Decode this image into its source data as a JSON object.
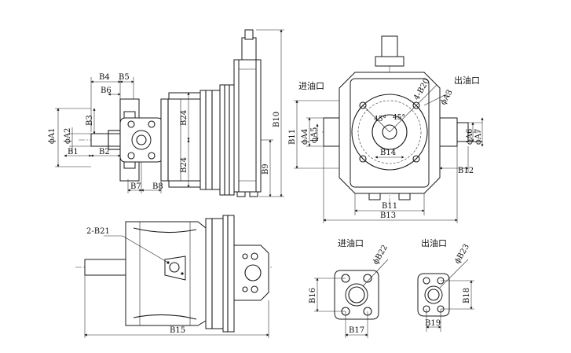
{
  "front_view": {
    "labels": {
      "b4": "B4",
      "b5": "B5",
      "b6": "B6",
      "b3": "B3",
      "a1": "ϕA1",
      "a2": "ϕA2",
      "b1": "B1",
      "b2": "B2",
      "b7": "B7",
      "b8": "B8",
      "b24_top": "B24",
      "b24_bottom": "B24",
      "b10": "B10",
      "b9": "B9"
    }
  },
  "end_view": {
    "inlet": "进油口",
    "outlet": "出油口",
    "labels": {
      "b20": "4-B20",
      "a3": "ϕA3",
      "angle1": "45°",
      "angle2": "45°",
      "b11v": "B11",
      "a4": "ϕA4",
      "a5": "ϕA5",
      "a6": "ϕA6",
      "a7": "ϕA7",
      "b14": "B14",
      "b12": "B12",
      "b11h": "B11",
      "b13": "B13"
    }
  },
  "top_view": {
    "labels": {
      "b21": "2-B21",
      "b15": "B15"
    }
  },
  "inlet_flange": {
    "title": "进油口",
    "labels": {
      "b22": "ϕB22",
      "b16": "B16",
      "b17": "B17"
    }
  },
  "outlet_flange": {
    "title": "出油口",
    "labels": {
      "b23": "ϕB23",
      "b18": "B18",
      "b19": "B19"
    }
  }
}
